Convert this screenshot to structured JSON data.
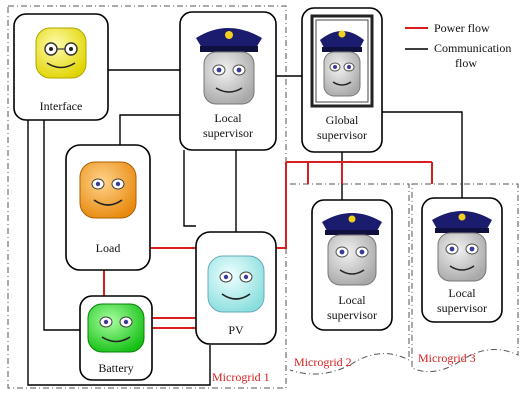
{
  "legend": {
    "power_flow": "Power flow",
    "communication_flow_line1": "Communication",
    "communication_flow_line2": "flow",
    "colors": {
      "power": "#d81e1e",
      "communication": "#000000"
    }
  },
  "nodes": {
    "interface": {
      "label": "Interface",
      "face_color": "#f2e82a"
    },
    "local_supervisor_1": {
      "label_line1": "Local",
      "label_line2": "supervisor",
      "face_color": "#c8c8c8"
    },
    "global_supervisor": {
      "label_line1": "Global",
      "label_line2": "supervisor",
      "face_color": "#c8c8c8"
    },
    "load": {
      "label": "Load",
      "face_color": "#f0a030"
    },
    "pv": {
      "label": "PV",
      "face_color": "#a8ecec"
    },
    "battery": {
      "label": "Battery",
      "face_color": "#2ed42e"
    },
    "local_supervisor_2": {
      "label_line1": "Local",
      "label_line2": "supervisor",
      "face_color": "#c8c8c8"
    },
    "local_supervisor_3": {
      "label_line1": "Local",
      "label_line2": "supervisor",
      "face_color": "#c8c8c8"
    }
  },
  "regions": {
    "microgrid_1": "Microgrid 1",
    "microgrid_2": "Microgrid 2",
    "microgrid_3": "Microgrid 3"
  },
  "icons": [
    "smiley-face-icon",
    "police-officer-icon",
    "framed-officer-portrait-icon"
  ]
}
